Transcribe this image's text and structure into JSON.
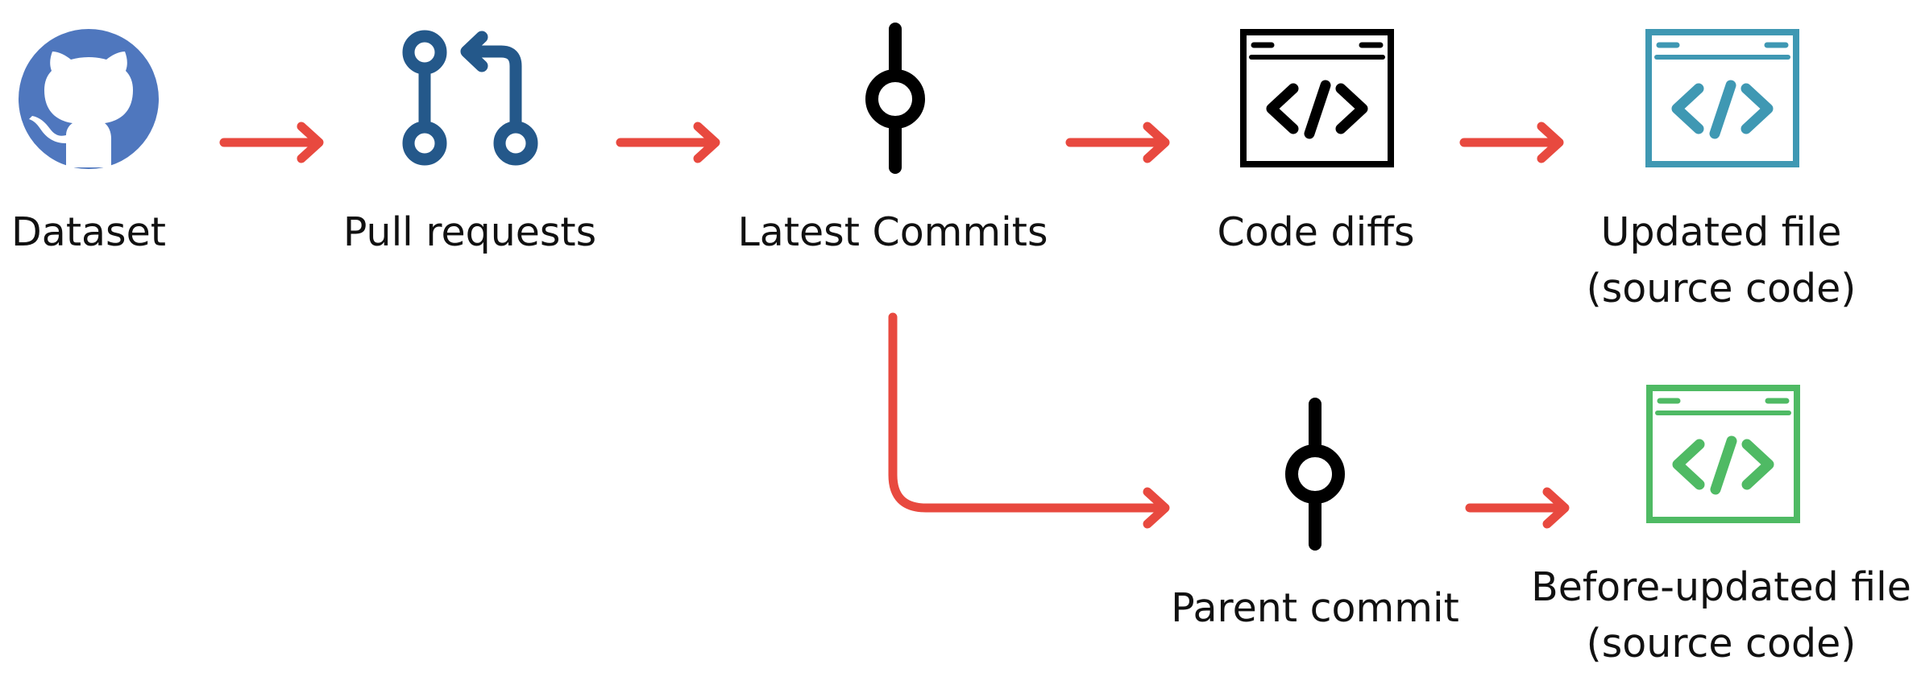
{
  "colors": {
    "arrow": "#E8493F",
    "github": "#4F77BE",
    "pull_request": "#24588A",
    "commit": "#000000",
    "code_diffs": "#000000",
    "updated_file": "#3F98B3",
    "before_file": "#4FBA64"
  },
  "nodes": {
    "dataset": {
      "label": "Dataset",
      "icon": "github-icon"
    },
    "pull_requests": {
      "label": "Pull requests",
      "icon": "git-pull-request-icon"
    },
    "latest_commits": {
      "label": "Latest Commits",
      "icon": "git-commit-icon"
    },
    "code_diffs": {
      "label": "Code diffs",
      "icon": "code-window-icon"
    },
    "updated_file": {
      "line1": "Updated file",
      "line2": "(source code)",
      "icon": "code-window-icon"
    },
    "parent_commit": {
      "label": "Parent commit",
      "icon": "git-commit-icon"
    },
    "before_file": {
      "line1": "Before-updated file",
      "line2": "(source code)",
      "icon": "code-window-icon"
    }
  }
}
